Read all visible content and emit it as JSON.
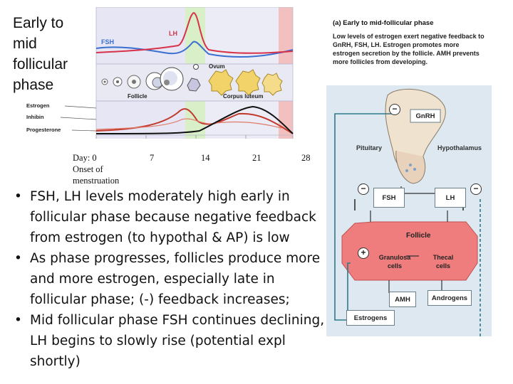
{
  "slide": {
    "title": "Early to mid follicular phase"
  },
  "graph": {
    "hormone_labels": {
      "fsh": "FSH",
      "lh": "LH",
      "estrogen": "Estrogen",
      "inhibin": "Inhibin",
      "progesterone": "Progesterone"
    },
    "ovary_labels": {
      "ovum": "Ovum",
      "follicle": "Follicle",
      "corpus_luteum": "Corpus luteum"
    },
    "days": [
      {
        "label": "Day: 0",
        "sub": "Onset of menstruation"
      },
      {
        "label": "7"
      },
      {
        "label": "14"
      },
      {
        "label": "21"
      },
      {
        "label": "28"
      }
    ]
  },
  "bullets": [
    "FSH, LH levels moderately high early in follicular phase because negative feedback from estrogen (to hypothal & AP) is low",
    "As phase progresses, follicles produce more and more estrogen, especially late in follicular phase; (-) feedback increases;",
    "Mid follicular phase FSH continues declining, LH begins to slowly rise (potential expl shortly)"
  ],
  "panel": {
    "tag": "(a) Early to mid-follicular phase",
    "text": "Low levels of estrogen exert negative feedback to GnRH, FSH, LH. Estrogen promotes more estrogen secretion by the follicle. AMH prevents more follicles from developing.",
    "gnrh": "GnRH",
    "pituitary": "Pituitary",
    "hypothalamus": "Hypothalamus",
    "fsh": "FSH",
    "lh": "LH",
    "follicle": "Follicle",
    "granulosa": "Granulosa cells",
    "thecal": "Thecal cells",
    "amh": "AMH",
    "androgens": "Androgens",
    "estrogens": "Estrogens",
    "signs": {
      "minus": "−",
      "plus": "+"
    }
  },
  "colors": {
    "fsh": "#3a6fd0",
    "lh": "#d8324a",
    "estrogen": "#c0392b",
    "progesterone": "#111111",
    "follicular_band": "#e6e6f4",
    "ovulation_band": "#d9efc8",
    "menses_band": "#f3c0c0",
    "follicle_box": "#f07d7d",
    "arrow": "#2d7a8a"
  }
}
